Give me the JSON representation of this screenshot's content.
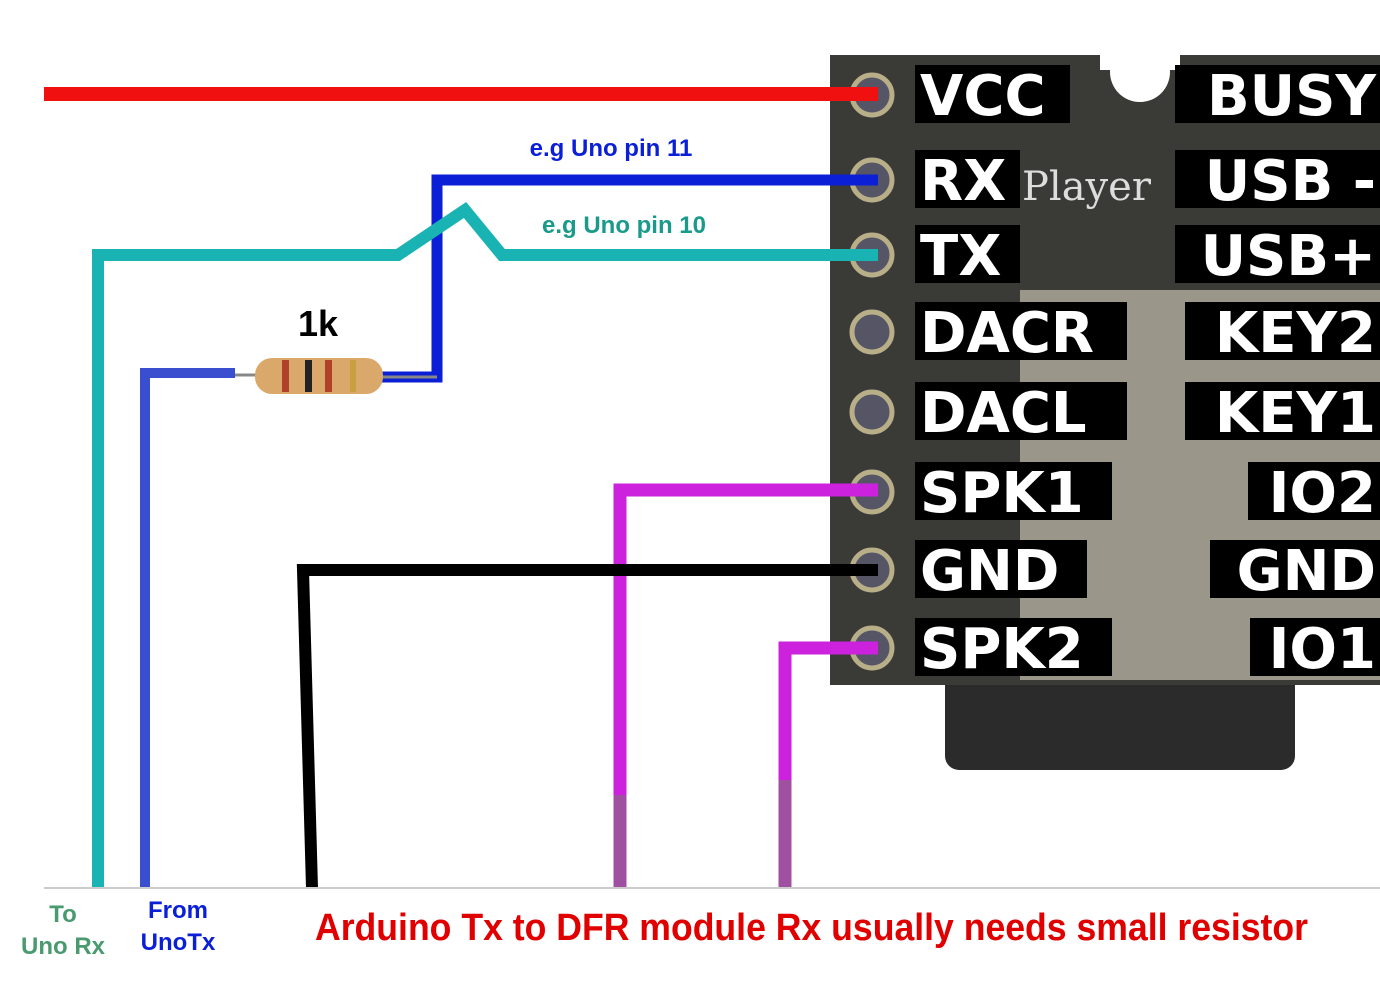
{
  "module": {
    "silkscreen": "Player",
    "left_pins": [
      "VCC",
      "RX",
      "TX",
      "DACR",
      "DACL",
      "SPK1",
      "GND",
      "SPK2"
    ],
    "right_pins": [
      "BUSY",
      "USB -",
      "USB+",
      "KEY2",
      "KEY1",
      "IO2",
      "GND",
      "IO1"
    ]
  },
  "annotations": {
    "rx_note": "e.g Uno pin 11",
    "tx_note": "e.g Uno pin 10",
    "resistor_value": "1k",
    "to_uno_rx_line1": "To",
    "to_uno_rx_line2": "Uno Rx",
    "from_uno_tx_line1": "From",
    "from_uno_tx_line2": "UnoTx",
    "caption": "Arduino Tx to DFR module Rx usually needs small resistor"
  },
  "colors": {
    "vcc_wire": "#f01010",
    "rx_wire": "#0a1fd6",
    "tx_wire": "#1ab3b3",
    "speaker_wire": "#cc22dd",
    "gnd_wire": "#000000",
    "caption": "#e00000"
  }
}
